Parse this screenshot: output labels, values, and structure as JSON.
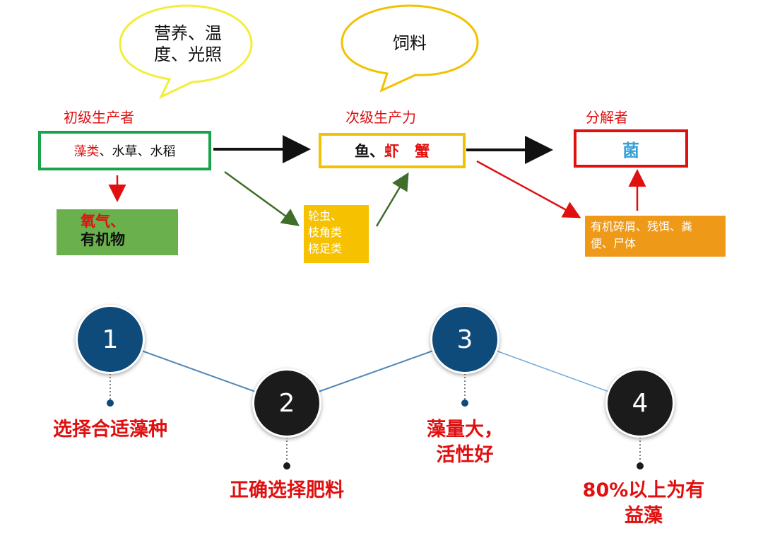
{
  "bubbles": {
    "left": "营养、温度、光照",
    "left_line1": "营养、温",
    "left_line2": "度、光照",
    "middle": "饲料"
  },
  "headers": {
    "primary": "初级生产者",
    "secondary": "次级生产力",
    "decomposer": "分解者"
  },
  "boxes": {
    "primary_red": "藻类",
    "primary_rest": "、水草、水稻",
    "secondary_fish": "鱼、",
    "secondary_shrimp": "虾",
    "secondary_crab": "蟹",
    "decomposer": "菌",
    "oxygen_red": "氧气、",
    "oxygen_rest": "有机物",
    "zooplankton_1": "轮虫、",
    "zooplankton_2": "枝角类",
    "zooplankton_3": "桡足类",
    "debris_1": "有机碎屑、残饵、粪",
    "debris_2": "便、尸体"
  },
  "steps": [
    {
      "number": "1",
      "label": "选择合适藻种"
    },
    {
      "number": "2",
      "label": "正确选择肥料"
    },
    {
      "number": "3",
      "label_line1": "藻量大，",
      "label_line2": "活性好"
    },
    {
      "number": "4",
      "label_line1": "80%以上为有",
      "label_line2": "益藻"
    }
  ],
  "colors": {
    "green_border": "#1aa34a",
    "yellow_border": "#f2c200",
    "red_border": "#e01010",
    "oxygen_fill": "#6ab04c",
    "zooplankton_fill": "#f6c200",
    "debris_fill": "#ee9a18",
    "circle_blue": "#0e4a7a",
    "circle_black": "#1b1b1b",
    "decomposer_text": "#3aa0d8"
  }
}
